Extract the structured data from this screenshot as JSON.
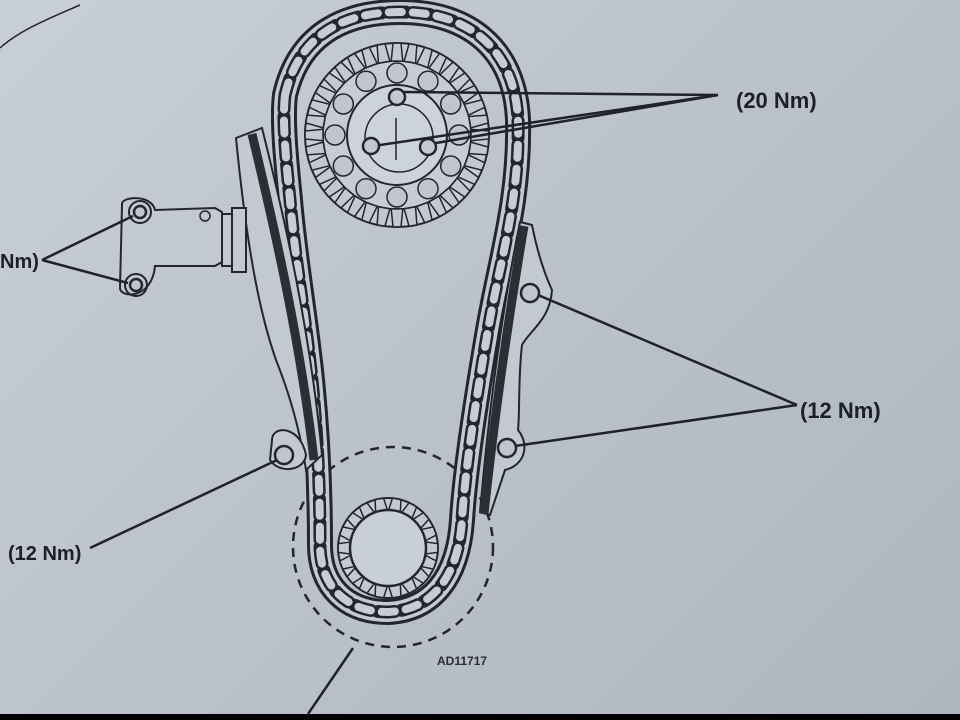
{
  "labels": {
    "cam_bolts_torque": "(20 Nm)",
    "tensioner_torque_partial": "Nm)",
    "right_guide_torque": "(12 Nm)",
    "left_guide_torque": "(12 Nm)",
    "figure_code": "AD11717"
  },
  "colors": {
    "paper": "#c2c9d1",
    "ink": "#23262c",
    "rail": "#2b2e33"
  }
}
